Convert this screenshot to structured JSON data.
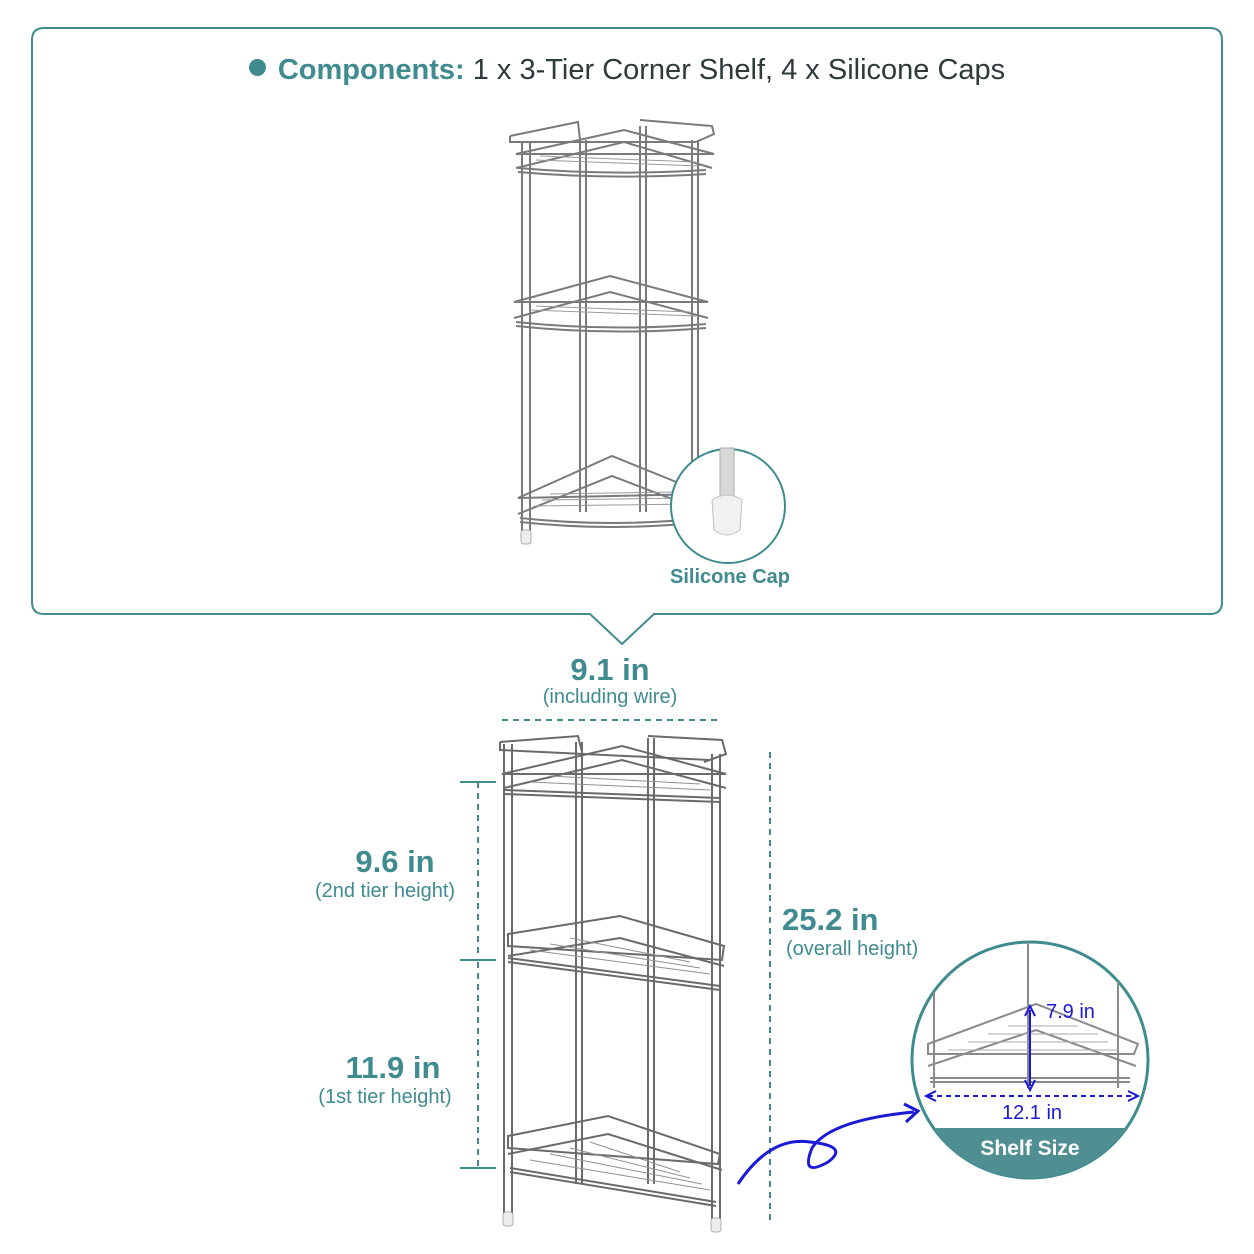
{
  "components": {
    "label": "Components:",
    "text": "1 x 3-Tier Corner Shelf, 4 x Silicone Caps"
  },
  "silicone_cap": {
    "label": "Silicone Cap"
  },
  "dimensions": {
    "width": {
      "value": "9.1 in",
      "note": "(including wire)"
    },
    "tier2": {
      "value": "9.6 in",
      "note": "(2nd tier height)"
    },
    "tier1": {
      "value": "11.9 in",
      "note": "(1st tier height)"
    },
    "overall": {
      "value": "25.2 in",
      "note": "(overall height)"
    }
  },
  "shelf_size": {
    "depth": "7.9 in",
    "width": "12.1 in",
    "label": "Shelf Size"
  },
  "colors": {
    "accent": "#3f8b8f",
    "arrow": "#1a1ad6",
    "wire": "#6a6a6a"
  }
}
